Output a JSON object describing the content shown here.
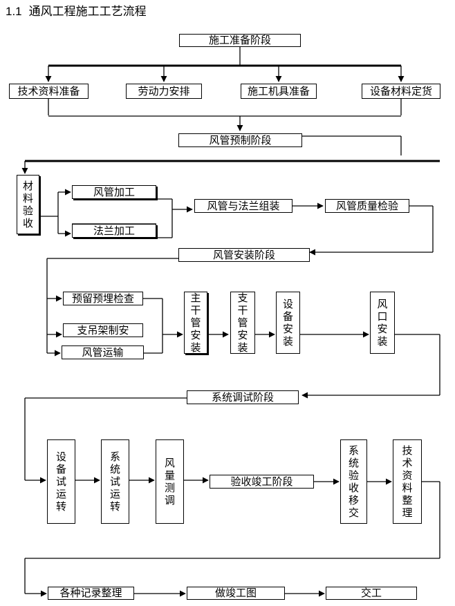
{
  "heading": {
    "number": "1.1",
    "title": "通风工程施工工艺流程"
  },
  "stages": {
    "prep": "施工准备阶段",
    "prefab": "风管预制阶段",
    "install": "风管安装阶段",
    "debug": "系统调试阶段",
    "accept": "验收竣工阶段"
  },
  "prep_items": [
    "技术资料准备",
    "劳动力安排",
    "施工机具准备",
    "设备材料定货"
  ],
  "prefab_items": {
    "material_check": "材料验收",
    "duct_processing": "风管加工",
    "flange_processing": "法兰加工",
    "duct_flange_assembly": "风管与法兰组装",
    "duct_quality_check": "风管质量检验"
  },
  "install_items": {
    "embed_check": "预留预埋检查",
    "hanger_make": "支吊架制安",
    "duct_transport": "风管运输",
    "main_duct": "主干管安装",
    "branch_duct": "支干管安装",
    "equipment": "设备安装",
    "outlet": "风口安装"
  },
  "debug_items": {
    "equipment_trial": "设备试运转",
    "system_trial": "系统试运转",
    "airflow_test": "风量测调",
    "handover": "系统验收移交",
    "doc_archive": "技术资料整理"
  },
  "final_items": [
    "各种记录整理",
    "做竣工图",
    "交工"
  ]
}
